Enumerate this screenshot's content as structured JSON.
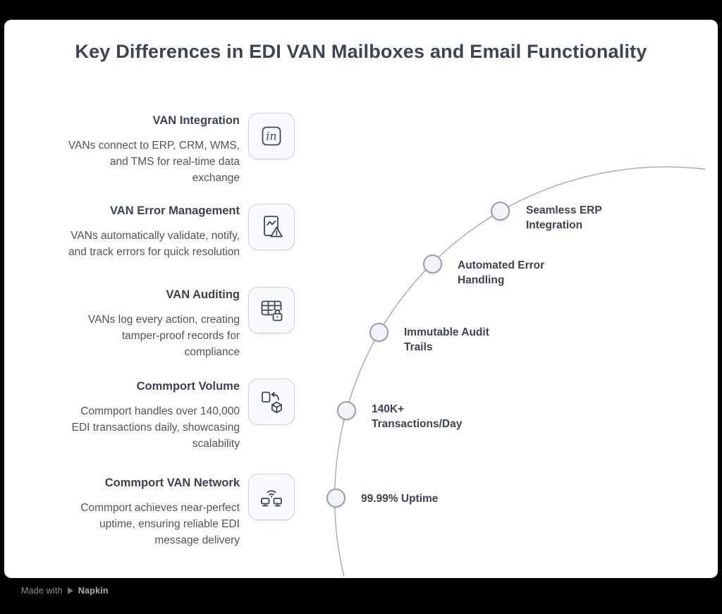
{
  "title": "Key Differences in EDI VAN Mailboxes and Email Functionality",
  "items": [
    {
      "heading": "VAN Integration",
      "description_lines": [
        "VANs connect to ERP, CRM, WMS,",
        "and TMS for real-time data",
        "exchange"
      ],
      "icon": "signature-icon"
    },
    {
      "heading": "VAN Error Management",
      "description_lines": [
        "VANs automatically validate, notify,",
        "and track errors for quick resolution"
      ],
      "icon": "document-error-icon"
    },
    {
      "heading": "VAN Auditing",
      "description_lines": [
        "VANs log every action, creating",
        "tamper-proof records for",
        "compliance"
      ],
      "icon": "table-lock-icon"
    },
    {
      "heading": "Commport Volume",
      "description_lines": [
        "Commport handles over 140,000",
        "EDI transactions daily, showcasing",
        "scalability"
      ],
      "icon": "transform-cube-icon"
    },
    {
      "heading": "Commport VAN Network",
      "description_lines": [
        "Commport achieves near-perfect",
        "uptime, ensuring reliable EDI",
        "message delivery"
      ],
      "icon": "monitors-wifi-icon"
    }
  ],
  "milestones": [
    {
      "label_lines": [
        "Seamless ERP",
        "Integration"
      ]
    },
    {
      "label_lines": [
        "Automated Error",
        "Handling"
      ]
    },
    {
      "label_lines": [
        "Immutable Audit",
        "Trails"
      ]
    },
    {
      "label_lines": [
        "140K+",
        "Transactions/Day"
      ]
    },
    {
      "label_lines": [
        "99.99% Uptime"
      ]
    }
  ],
  "watermark": {
    "prefix": "Made with",
    "brand": "Napkin"
  },
  "colors": {
    "background": "#ffffff",
    "heading": "#3c434e",
    "body_text": "#4e555f",
    "arc": "#a3a9b3",
    "node_fill": "#f1f3f8",
    "node_stroke": "#99a0ab",
    "icon_stroke": "#3f4753"
  }
}
